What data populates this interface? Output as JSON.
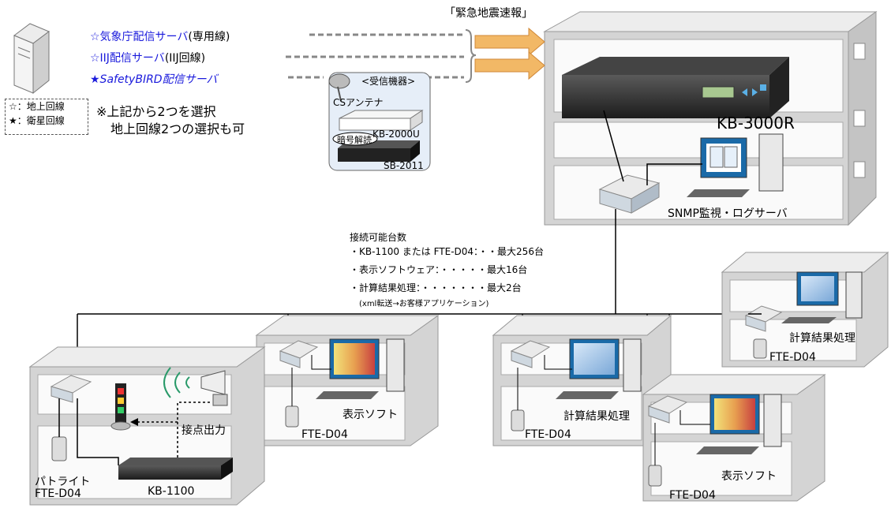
{
  "header": {
    "title": "「緊急地震速報」"
  },
  "servers": [
    {
      "label": "☆気象庁配信サーバ",
      "line": "(専用線)"
    },
    {
      "label": "☆IIJ配信サーバ",
      "line": "(IIJ回線)"
    },
    {
      "label": "★SafetyBIRD配信サーバ",
      "line": ""
    }
  ],
  "legend": {
    "ground": "☆：地上回線",
    "satellite": "★：衛星回線"
  },
  "note": {
    "line1": "※上記から2つを選択",
    "line2": "地上回線2つの選択も可"
  },
  "receiver": {
    "title": "<受信機器>",
    "antenna": "CSアンテナ",
    "unit1": "KB-2000U",
    "decoder": "暗号解読",
    "unit2": "SB-2011"
  },
  "main_device": "KB-3000R",
  "snmp_server": "SNMP監視・ログサーバ",
  "capacity": {
    "title": "接続可能台数",
    "line1": "・KB-1100 または FTE-D04：・・最大256台",
    "line2": "・表示ソフトウェア：・・・・・最大16台",
    "line3": "・計算結果処理：・・・・・・・最大2台",
    "line4": "(xml転送→お客様アプリケーション)"
  },
  "buildings": {
    "left": {
      "patlite": "パトライト",
      "fte": "FTE-D04",
      "kb": "KB-1100",
      "contact": "接点出力"
    },
    "center_left": {
      "software": "表示ソフト",
      "fte": "FTE-D04"
    },
    "center": {
      "software": "計算結果処理",
      "fte": "FTE-D04"
    },
    "right_top": {
      "software": "計算結果処理",
      "fte": "FTE-D04"
    },
    "right_bottom": {
      "software": "表示ソフト",
      "fte": "FTE-D04"
    }
  },
  "colors": {
    "server_text": "#1a1adc",
    "arrow": "#f2b866",
    "building": "#d9d9d9",
    "monitor": "#1a6aa8"
  }
}
